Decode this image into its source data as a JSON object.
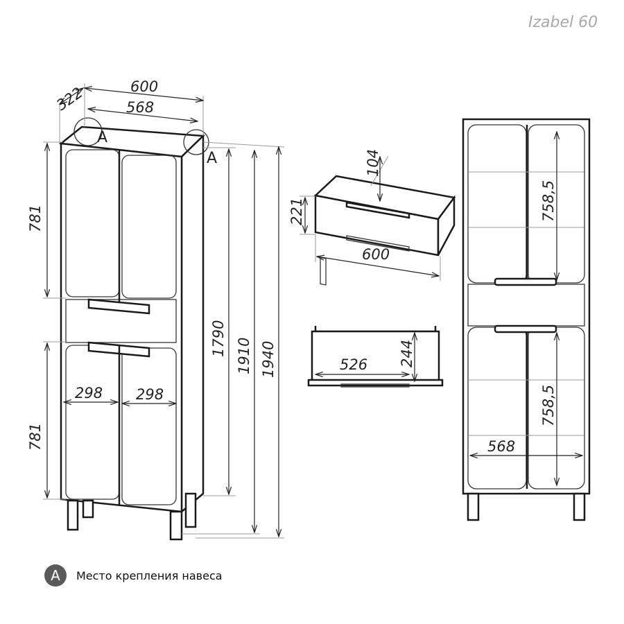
{
  "title": "Izabel 60",
  "markers": {
    "a": "A"
  },
  "dimensions": {
    "depth": "322",
    "width": "600",
    "inner_width": "568",
    "upper_door_height": "781",
    "lower_door_height": "781",
    "door_width_left": "298",
    "door_width_right": "298",
    "height_body": "1790",
    "height_legs": "1910",
    "height_total": "1940",
    "drawer_front_height": "104",
    "drawer_height": "221",
    "drawer_width": "600",
    "drawer_inner_width": "526",
    "drawer_depth": "244",
    "front_upper_height": "758,5",
    "front_lower_height": "758,5",
    "front_inner_width": "568"
  },
  "legend": {
    "marker": "A",
    "text": "Место крепления навеса"
  },
  "colors": {
    "line": "#222222",
    "title": "#a8a8a8",
    "badge": "#5a5a5a"
  }
}
